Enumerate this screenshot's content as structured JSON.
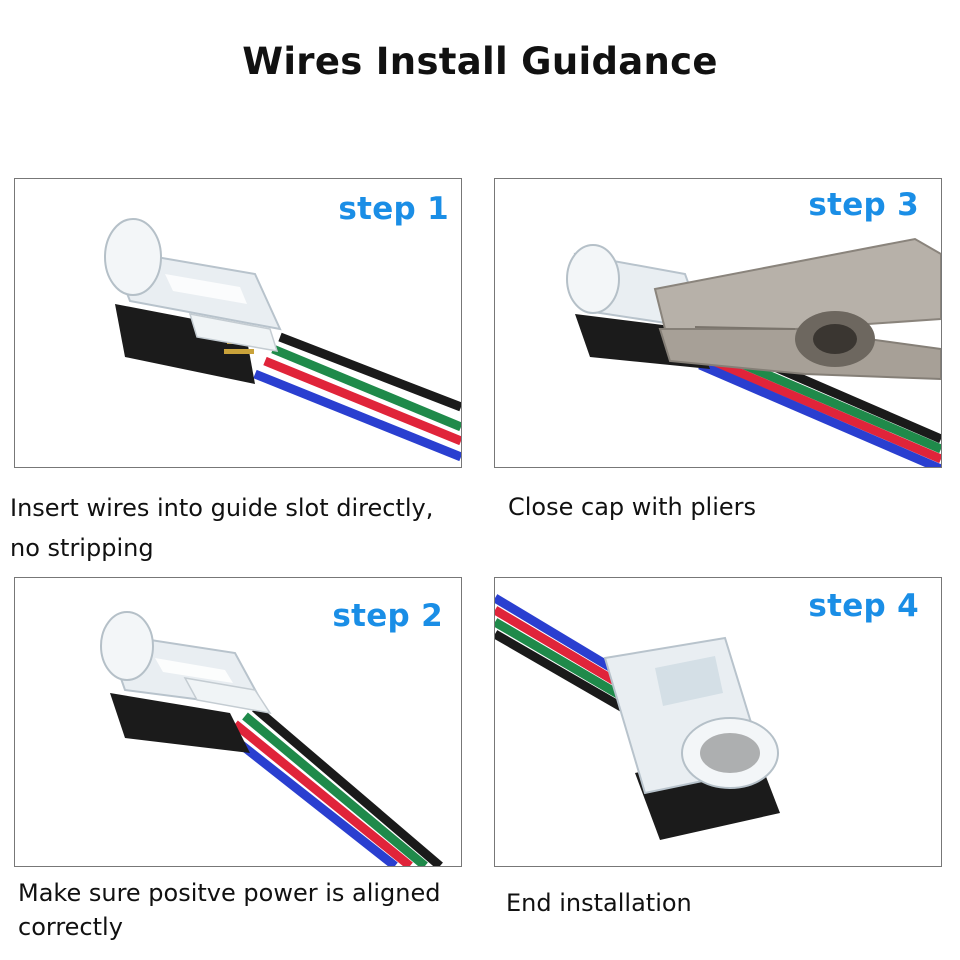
{
  "title": "Wires Install Guidance",
  "steps": {
    "s1": {
      "label": "step 1",
      "caption": "Insert wires into guide slot directly, no stripping"
    },
    "s2": {
      "label": "step 2",
      "caption": "Make sure positve power is aligned correctly"
    },
    "s3": {
      "label": "step 3",
      "caption": "Close cap with pliers"
    },
    "s4": {
      "label": "step 4",
      "caption": "End installation"
    }
  },
  "colors": {
    "step_label": "#1a8ee6",
    "wire_black": "#1a1a1a",
    "wire_green": "#1f8a4a",
    "wire_red": "#e0243a",
    "wire_blue": "#2a3fd0"
  }
}
